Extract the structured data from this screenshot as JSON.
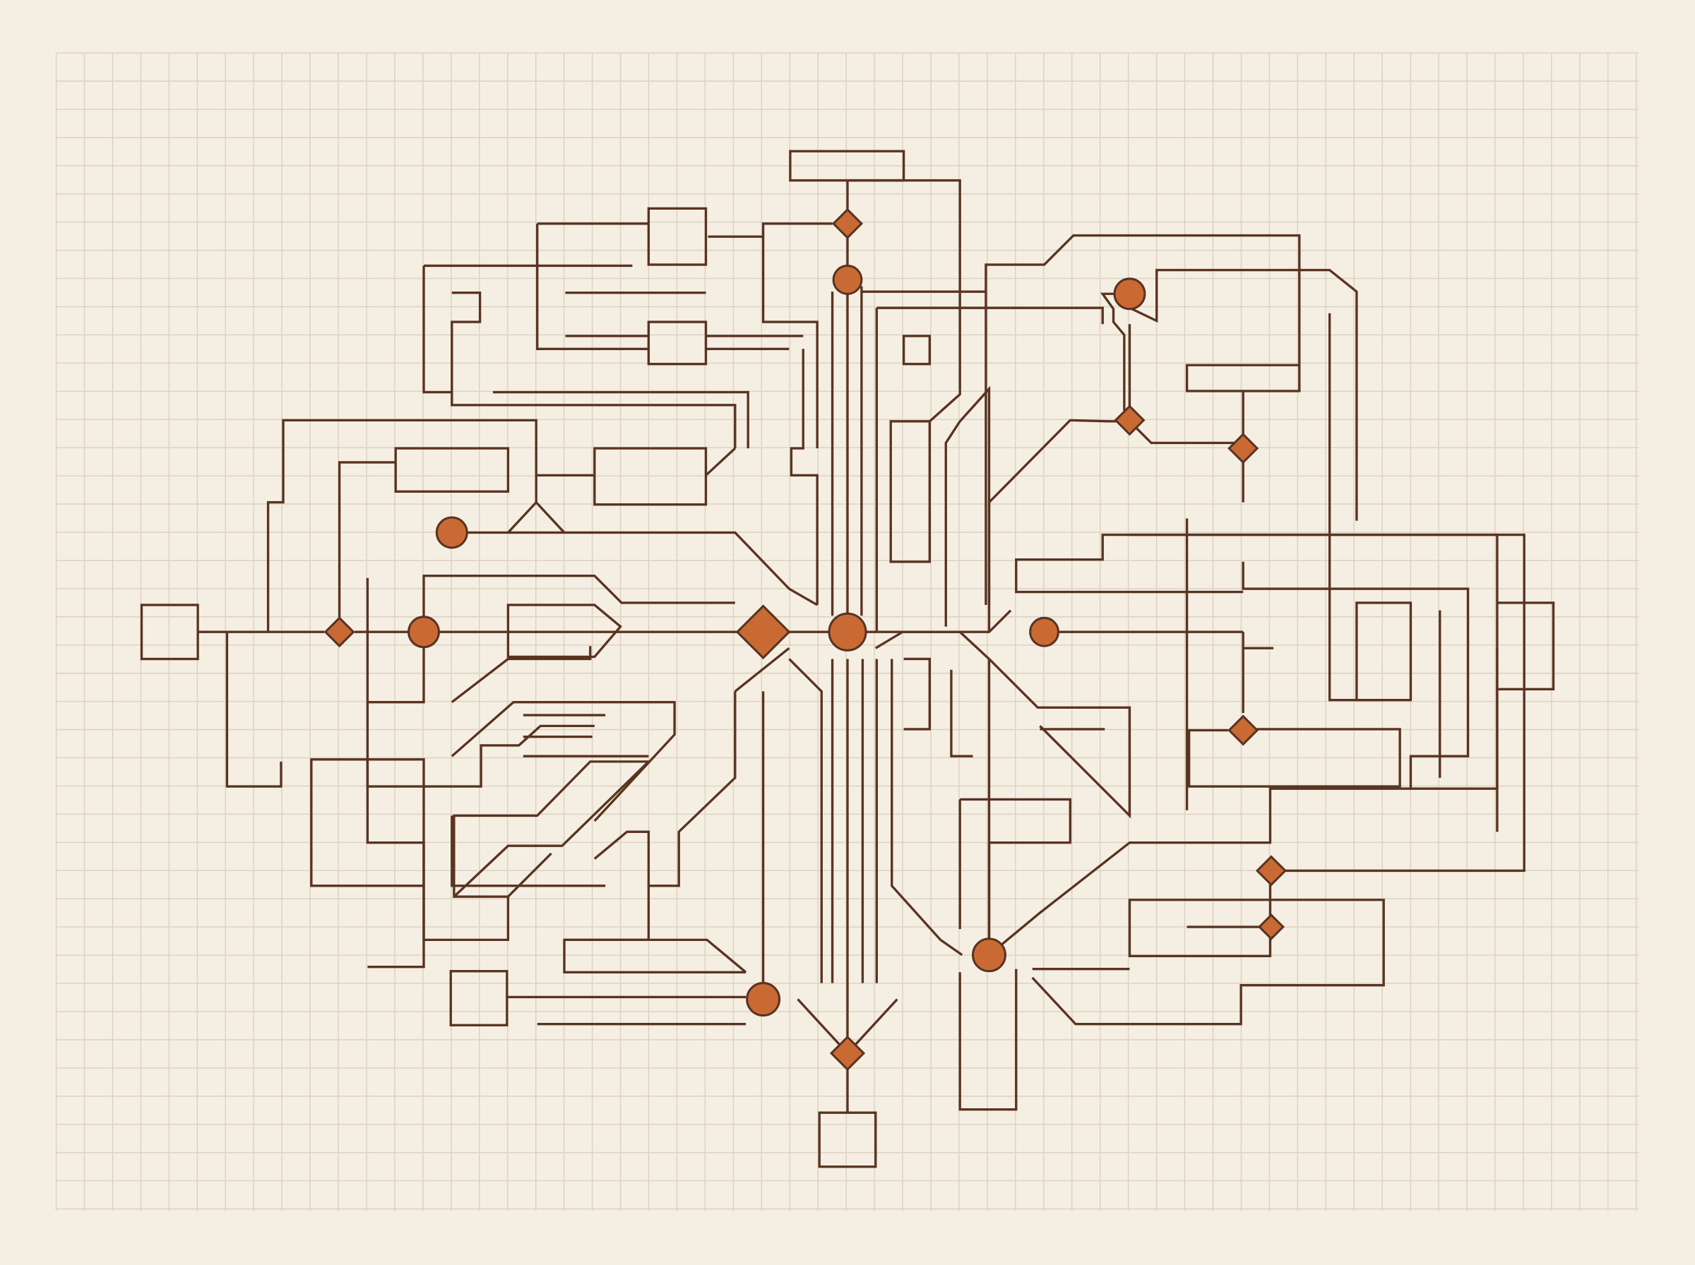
{
  "colors": {
    "background": "#f5efe3",
    "grid": "#ddd2c3",
    "wire": "#5a3321",
    "node_fill": "#c96a35"
  },
  "diagram": {
    "style": "circuit-like maze on graph paper",
    "grid": true,
    "node_shapes": [
      "circle",
      "diamond"
    ]
  }
}
